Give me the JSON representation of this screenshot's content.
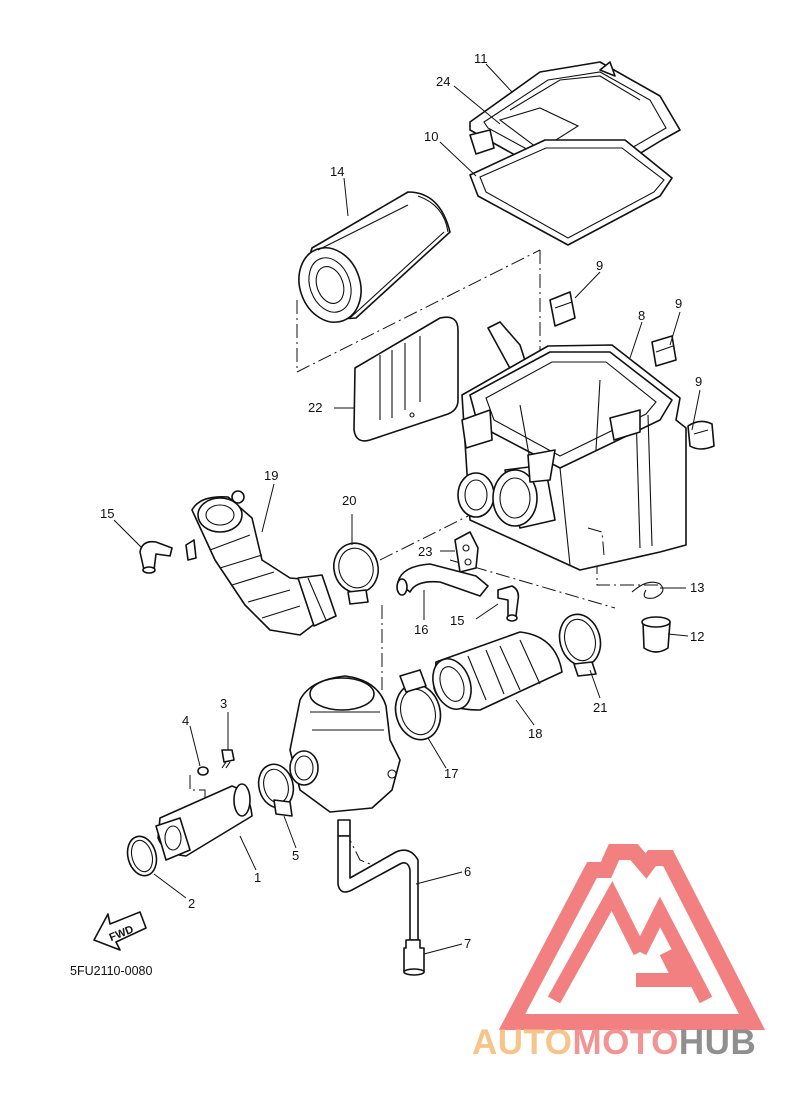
{
  "diagram": {
    "code": "5FU2110-0080",
    "fwd_label": "FWD",
    "callouts": [
      {
        "id": "c1",
        "label": "1"
      },
      {
        "id": "c2",
        "label": "2"
      },
      {
        "id": "c3",
        "label": "3"
      },
      {
        "id": "c4",
        "label": "4"
      },
      {
        "id": "c5",
        "label": "5"
      },
      {
        "id": "c6",
        "label": "6"
      },
      {
        "id": "c7",
        "label": "7"
      },
      {
        "id": "c8",
        "label": "8"
      },
      {
        "id": "c9a",
        "label": "9"
      },
      {
        "id": "c9b",
        "label": "9"
      },
      {
        "id": "c9c",
        "label": "9"
      },
      {
        "id": "c10",
        "label": "10"
      },
      {
        "id": "c11",
        "label": "11"
      },
      {
        "id": "c12",
        "label": "12"
      },
      {
        "id": "c13",
        "label": "13"
      },
      {
        "id": "c14",
        "label": "14"
      },
      {
        "id": "c15a",
        "label": "15"
      },
      {
        "id": "c15b",
        "label": "15"
      },
      {
        "id": "c16",
        "label": "16"
      },
      {
        "id": "c17",
        "label": "17"
      },
      {
        "id": "c18",
        "label": "18"
      },
      {
        "id": "c19",
        "label": "19"
      },
      {
        "id": "c20",
        "label": "20"
      },
      {
        "id": "c21",
        "label": "21"
      },
      {
        "id": "c22",
        "label": "22"
      },
      {
        "id": "c23",
        "label": "23"
      },
      {
        "id": "c24",
        "label": "24"
      }
    ]
  },
  "watermark": {
    "part1": "AUTO",
    "part2": "MOTO",
    "part3": "HUB",
    "colors": {
      "auto": "#f7c58a",
      "moto": "#f29494",
      "hub": "#8f8f8f",
      "logo": "#f26a6a"
    }
  }
}
